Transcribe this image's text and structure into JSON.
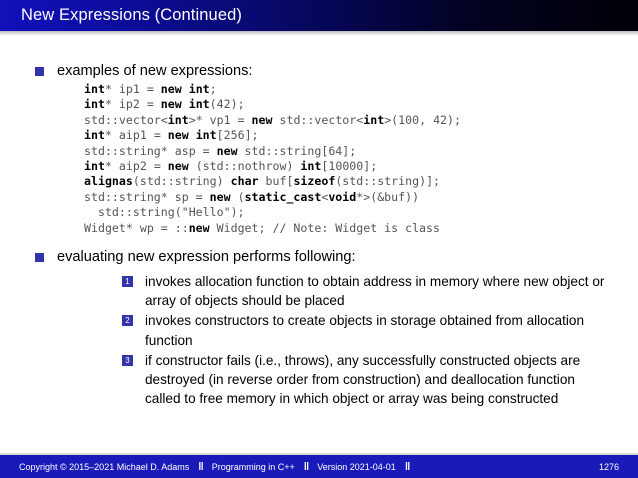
{
  "header": {
    "title": "New Expressions (Continued)",
    "gradient_from": "#1111bb",
    "gradient_to": "#000006"
  },
  "theme": {
    "bullet_color": "#3333aa",
    "footer_bg": "#1a1ab8",
    "code_text": "#555555",
    "code_keyword": "#000000"
  },
  "body": {
    "bullet_1": {
      "label": "examples of new expressions:",
      "code_lines": [
        [
          {
            "t": "int",
            "b": true
          },
          {
            "t": "* ip1 = ",
            "b": false
          },
          {
            "t": "new int",
            "b": true
          },
          {
            "t": ";",
            "b": false
          }
        ],
        [
          {
            "t": "int",
            "b": true
          },
          {
            "t": "* ip2 = ",
            "b": false
          },
          {
            "t": "new int",
            "b": true
          },
          {
            "t": "(42);",
            "b": false
          }
        ],
        [
          {
            "t": "std::vector<",
            "b": false
          },
          {
            "t": "int",
            "b": true
          },
          {
            "t": ">* vp1 = ",
            "b": false
          },
          {
            "t": "new",
            "b": true
          },
          {
            "t": " std::vector<",
            "b": false
          },
          {
            "t": "int",
            "b": true
          },
          {
            "t": ">(100, 42);",
            "b": false
          }
        ],
        [
          {
            "t": "int",
            "b": true
          },
          {
            "t": "* aip1 = ",
            "b": false
          },
          {
            "t": "new int",
            "b": true
          },
          {
            "t": "[256];",
            "b": false
          }
        ],
        [
          {
            "t": "std::string* asp = ",
            "b": false
          },
          {
            "t": "new",
            "b": true
          },
          {
            "t": " std::string[64];",
            "b": false
          }
        ],
        [
          {
            "t": "int",
            "b": true
          },
          {
            "t": "* aip2 = ",
            "b": false
          },
          {
            "t": "new",
            "b": true
          },
          {
            "t": " (std::nothrow) ",
            "b": false
          },
          {
            "t": "int",
            "b": true
          },
          {
            "t": "[10000];",
            "b": false
          }
        ],
        [
          {
            "t": "alignas",
            "b": true
          },
          {
            "t": "(std::string) ",
            "b": false
          },
          {
            "t": "char",
            "b": true
          },
          {
            "t": " buf[",
            "b": false
          },
          {
            "t": "sizeof",
            "b": true
          },
          {
            "t": "(std::string)];",
            "b": false
          }
        ],
        [
          {
            "t": "std::string* sp = ",
            "b": false
          },
          {
            "t": "new",
            "b": true
          },
          {
            "t": " (",
            "b": false
          },
          {
            "t": "static_cast",
            "b": true
          },
          {
            "t": "<",
            "b": false
          },
          {
            "t": "void",
            "b": true
          },
          {
            "t": "*>(&buf))",
            "b": false
          }
        ],
        [
          {
            "t": "  std::string(\"Hello\");",
            "b": false
          }
        ],
        [
          {
            "t": "Widget* wp = ::",
            "b": false
          },
          {
            "t": "new",
            "b": true
          },
          {
            "t": " Widget; // Note: Widget is class",
            "b": false
          }
        ]
      ]
    },
    "bullet_2": {
      "label": "evaluating new expression performs following:",
      "items": [
        {
          "number": "1",
          "text": "invokes allocation function to obtain address in memory where new object or array of objects should be placed"
        },
        {
          "number": "2",
          "text": "invokes constructors to create objects in storage obtained from allocation function"
        },
        {
          "number": "3",
          "text": "if constructor fails (i.e., throws), any successfully constructed objects are destroyed (in reverse order from construction) and deallocation function called to free memory in which object or array was being constructed"
        }
      ]
    }
  },
  "footer": {
    "copyright": "Copyright © 2015–2021 Michael D. Adams",
    "separator": "‖",
    "course": "Programming in C++",
    "version": "Version 2021-04-01",
    "page_number": "1276"
  }
}
